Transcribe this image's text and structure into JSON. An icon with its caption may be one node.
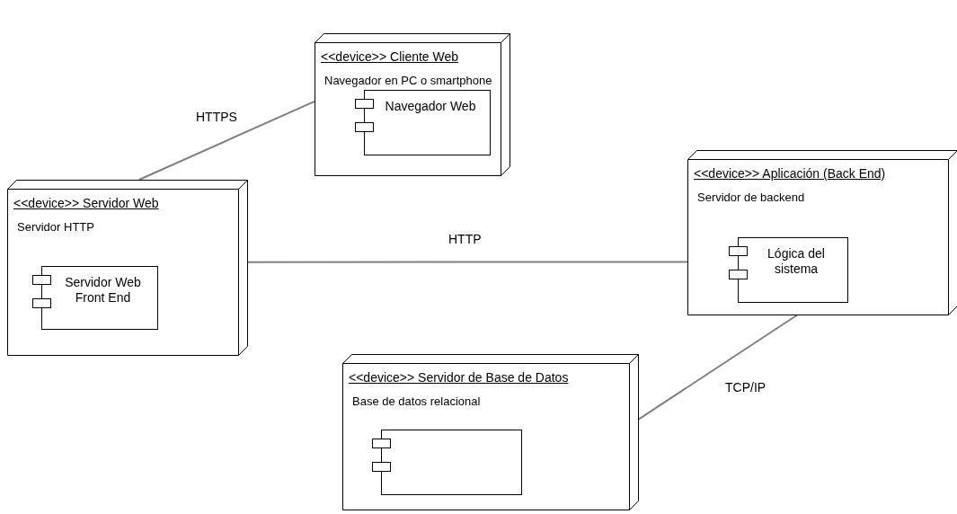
{
  "diagram": {
    "nodes": [
      {
        "text": [
          "<<device>> Cliente Web",
          "Navegador en PC o smartphone"
        ]
      },
      {
        "text": [
          "Navegador Web"
        ],
        "in": 0
      },
      {
        "text": [
          "<<device>> Servidor Web",
          "Servidor HTTP"
        ]
      },
      {
        "text": [
          "Servidor Web Front End"
        ],
        "in": 2
      },
      {
        "text": [
          "<<device>> Aplicación (Back End)",
          "Servidor de backend"
        ]
      },
      {
        "text": [
          "Lógica del sistema"
        ],
        "in": 4
      },
      {
        "text": [
          "<<device>> Servidor de Base de Datos",
          "Base de datos relacional"
        ]
      },
      {
        "text": [],
        "shape": "box",
        "in": 6
      }
    ],
    "edges": [
      {
        "from": 2,
        "to": 0,
        "arrow": "none",
        "label": "HTTPS"
      },
      {
        "from": 2,
        "to": 4,
        "arrow": "none",
        "label": "HTTP"
      },
      {
        "from": 4,
        "to": 6,
        "arrow": "none",
        "label": "TCP/IP"
      }
    ]
  }
}
